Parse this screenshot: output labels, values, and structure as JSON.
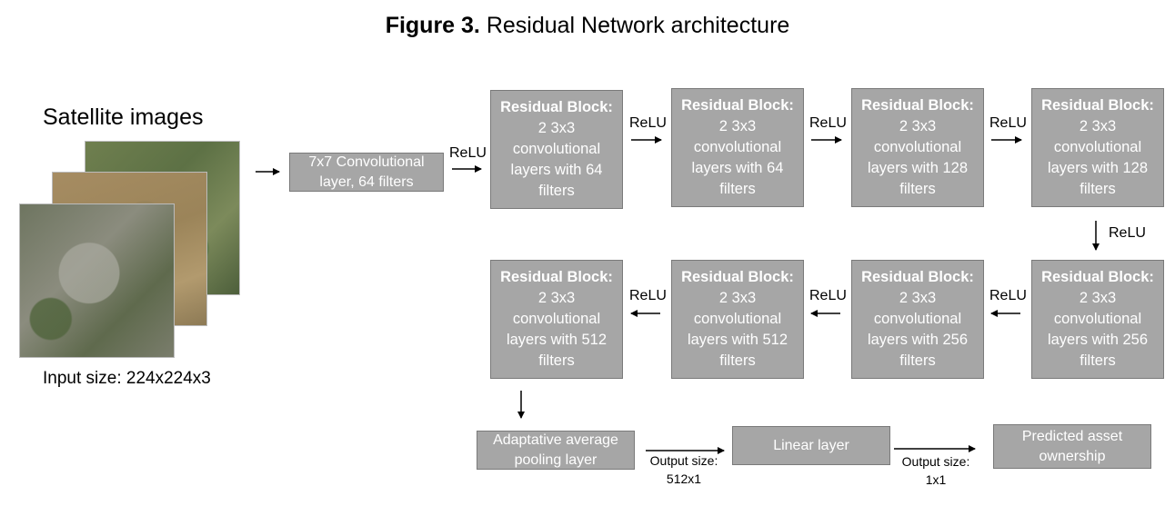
{
  "title": {
    "bold": "Figure 3.",
    "text": " Residual Network architecture"
  },
  "input": {
    "label": "Satellite images",
    "size": "Input size: 224x224x3"
  },
  "conv": "7x7 Convolutional\nlayer, 64 filters",
  "relu": "ReLU",
  "blocks": [
    {
      "head": "Residual Block:",
      "body": "2 3x3\nconvolutional\nlayers with 64\nfilters"
    },
    {
      "head": "Residual Block:",
      "body": "2 3x3\nconvolutional\nlayers with 64\nfilters"
    },
    {
      "head": "Residual Block:",
      "body": "2 3x3\nconvolutional\nlayers with 128\nfilters"
    },
    {
      "head": "Residual Block:",
      "body": "2 3x3\nconvolutional\nlayers with 128\nfilters"
    },
    {
      "head": "Residual Block:",
      "body": "2 3x3\nconvolutional\nlayers with 256\nfilters"
    },
    {
      "head": "Residual Block:",
      "body": "2 3x3\nconvolutional\nlayers with 256\nfilters"
    },
    {
      "head": "Residual Block:",
      "body": "2 3x3\nconvolutional\nlayers with 512\nfilters"
    },
    {
      "head": "Residual Block:",
      "body": "2 3x3\nconvolutional\nlayers with 512\nfilters"
    }
  ],
  "pooling": "Adaptative average\npooling layer",
  "linear": "Linear layer",
  "predicted": "Predicted asset\nownership",
  "output1": {
    "label": "Output size:",
    "value": "512x1"
  },
  "output2": {
    "label": "Output size:",
    "value": "1x1"
  }
}
